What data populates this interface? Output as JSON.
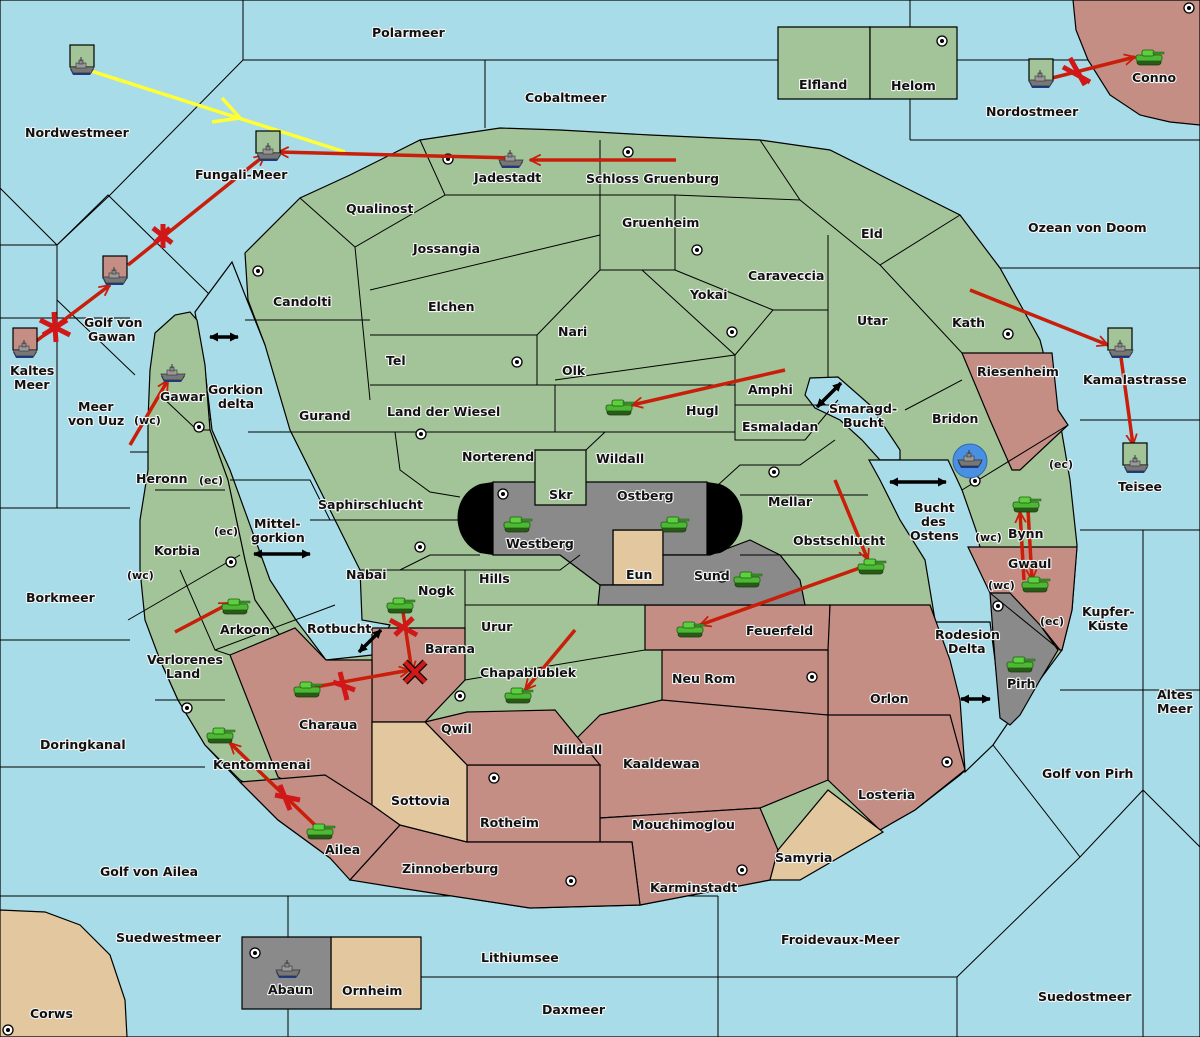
{
  "map": {
    "colors": {
      "sea": "#a8dce8",
      "power_green": "#a3c498",
      "power_red": "#c48e85",
      "neutral_tan": "#e2c79f",
      "power_grey": "#8a8a8a",
      "order_red": "#c81e0a",
      "order_yellow": "#ffff33",
      "retreat_blue": "#4a90e2"
    },
    "sea_labels": {
      "polarmeer": "Polarmeer",
      "cobaltmeer": "Cobaltmeer",
      "nordwestmeer": "Nordwestmeer",
      "fungali_meer": "Fungali-Meer",
      "golf_von_gawan_1": "Golf von",
      "golf_von_gawan_2": "Gawan",
      "kaltes_meer_1": "Kaltes",
      "kaltes_meer_2": "Meer",
      "meer_von_uuz_1": "Meer",
      "meer_von_uuz_2": "von Uuz",
      "gorkion_delta_1": "Gorkion",
      "gorkion_delta_2": "delta",
      "mittelgorkion_1": "Mittel-",
      "mittelgorkion_2": "gorkion",
      "borkmeer": "Borkmeer",
      "rotbucht": "Rotbucht",
      "doringkanal": "Doringkanal",
      "golf_von_ailea": "Golf von Ailea",
      "suedwestmeer": "Suedwestmeer",
      "lithiumsee": "Lithiumsee",
      "daxmeer": "Daxmeer",
      "froidevaux_meer": "Froidevaux-Meer",
      "suedostmeer": "Suedostmeer",
      "golf_von_pirh": "Golf von Pirh",
      "altes_meer_1": "Altes",
      "altes_meer_2": "Meer",
      "kupfer_kueste_1": "Kupfer-",
      "kupfer_kueste_2": "Küste",
      "rodesion_delta_1": "Rodesion",
      "rodesion_delta_2": "Delta",
      "bucht_des_ostens_1": "Bucht",
      "bucht_des_ostens_2": "des",
      "bucht_des_ostens_3": "Ostens",
      "smaragd_bucht_1": "Smaragd-",
      "smaragd_bucht_2": "Bucht",
      "teisee": "Teisee",
      "kamalastrasse": "Kamalastrasse",
      "ozean_von_doom": "Ozean von Doom",
      "nordostmeer": "Nordostmeer"
    },
    "land_labels": {
      "elfland": "Elfland",
      "helom": "Helom",
      "conno": "Conno",
      "jadestadt": "Jadestadt",
      "schloss_gruenburg": "Schloss Gruenburg",
      "qualinost": "Qualinost",
      "gruenheim": "Gruenheim",
      "eld": "Eld",
      "jossangia": "Jossangia",
      "caraveccia": "Caraveccia",
      "candolti": "Candolti",
      "elchen": "Elchen",
      "yokai": "Yokai",
      "utar": "Utar",
      "kath": "Kath",
      "nari": "Nari",
      "tel": "Tel",
      "olk": "Olk",
      "amphi": "Amphi",
      "riesenheim": "Riesenheim",
      "gurand": "Gurand",
      "land_der_wiesel": "Land der Wiesel",
      "hugl": "Hugl",
      "bridon": "Bridon",
      "esmaladan": "Esmaladan",
      "gawar": "Gawar",
      "heronn": "Heronn",
      "norterend": "Norterend",
      "wildall": "Wildall",
      "skr": "Skr",
      "ostberg": "Ostberg",
      "westberg": "Westberg",
      "mellar": "Mellar",
      "saphirschlucht": "Saphirschlucht",
      "obstschlucht": "Obstschlucht",
      "bynn": "Bynn",
      "korbia": "Korbia",
      "eun": "Eun",
      "sund": "Sund",
      "nabai": "Nabai",
      "hills": "Hills",
      "gwaul": "Gwaul",
      "nogk": "Nogk",
      "arkoon": "Arkoon",
      "urur": "Urur",
      "feuerfeld": "Feuerfeld",
      "barana": "Barana",
      "verlorenes_land_1": "Verlorenes",
      "verlorenes_land_2": "Land",
      "chapablublek": "Chapablublek",
      "neu_rom": "Neu Rom",
      "pirh": "Pirh",
      "charaua": "Charaua",
      "orlon": "Orlon",
      "qwil": "Qwil",
      "nilldall": "Nilldall",
      "kentommenai": "Kentommenai",
      "kaaldewaa": "Kaaldewaa",
      "sottovia": "Sottovia",
      "losteria": "Losteria",
      "rotheim": "Rotheim",
      "mouchimoglou": "Mouchimoglou",
      "ailea": "Ailea",
      "samyria": "Samyria",
      "zinnoberburg": "Zinnoberburg",
      "karminstadt": "Karminstadt",
      "abaun": "Abaun",
      "ornheim": "Ornheim",
      "corws": "Corws"
    },
    "coast_labels": {
      "wc": "(wc)",
      "ec": "(ec)"
    },
    "units": {
      "fleets": [
        "Nordwestmeer",
        "Fungali-Meer",
        "Golf von Gawan",
        "Kaltes Meer",
        "Jadestadt",
        "Nordostmeer",
        "Kamalastrasse",
        "Teisee",
        "Gawar",
        "Bridon (dislodged)",
        "Abaun"
      ],
      "armies": [
        "Conno",
        "Hugl",
        "Westberg",
        "Ostberg",
        "Sund",
        "Obstschlucht",
        "Bynn",
        "Gwaul",
        "Pirh",
        "Feuerfeld",
        "Nogk",
        "Arkoon",
        "Charaua",
        "Chapablublek",
        "Kentommenai",
        "Ailea"
      ]
    }
  }
}
